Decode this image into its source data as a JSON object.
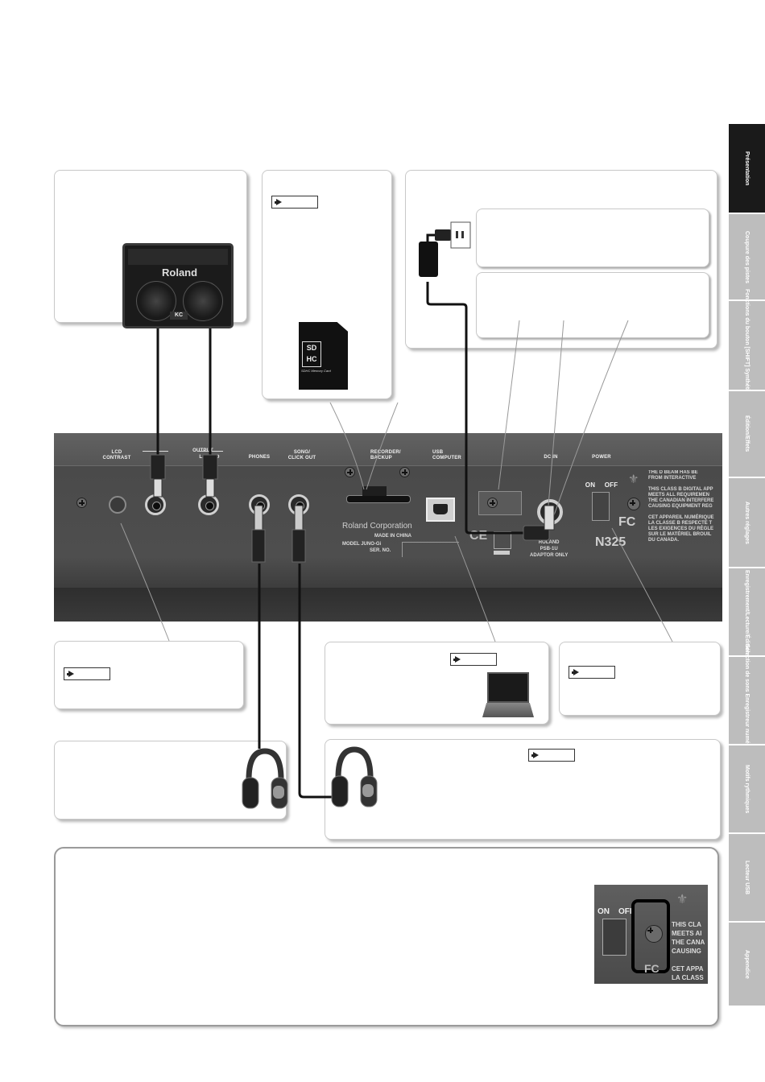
{
  "side_tabs": [
    {
      "label": "Présentation",
      "active": true
    },
    {
      "label": "Coupure des pistes",
      "active": false
    },
    {
      "label": "Fonctions du bouton [SHIFT] Synthétiseur",
      "active": false
    },
    {
      "label": "Édition/Effets",
      "active": false
    },
    {
      "label": "Autres réglages",
      "active": false
    },
    {
      "label": "Enregistrement/Lecture/Édition",
      "active": false
    },
    {
      "label": "Sélection de sons Enregistreur numérique",
      "active": false
    },
    {
      "label": "Motifs rythmiques",
      "active": false
    },
    {
      "label": "Lecteur USB",
      "active": false
    },
    {
      "label": "Appendice",
      "active": false
    }
  ],
  "panel": {
    "lcd_contrast": "LCD\nCONTRAST",
    "output": "OUTPUT",
    "l_mono": "L/MONO",
    "phones": "PHONES",
    "song_click_out": "SONG/\nCLICK OUT",
    "recorder_backup": "RECORDER/\nBACKUP",
    "usb_computer": "USB\nCOMPUTER",
    "dc_in": "DC IN",
    "power": "POWER",
    "on": "ON",
    "off": "OFF",
    "corporation": "Roland Corporation",
    "made_in": "MADE IN CHINA",
    "model": "MODEL  JUNO-Gi",
    "serial": "SER. NO.",
    "adaptor": "ROLAND\nPSB-1U\nADAPTOR ONLY",
    "compliance": [
      "THE D BEAM HAS BE",
      "FROM INTERACTIVE",
      "",
      "THIS CLASS B DIGITAL APP",
      "MEETS ALL REQUIREMEN",
      "THE CANADIAN INTERFERE",
      "CAUSING EQUIPMENT REG",
      "",
      "CET APPAREIL NUMÉRIQUE",
      "LA CLASSE B RESPECTE T",
      "LES EXIGENCES DU RÈGLE",
      "SUR LE MATÉRIEL BROUIL",
      "DU CANADA."
    ],
    "ce_mark": "CE",
    "fc_mark": "FC",
    "n_mark": "N325"
  },
  "devices": {
    "amp_brand": "Roland",
    "amp_model": "KC",
    "sd_card": "SDHC Memory Card"
  },
  "inset": {
    "on": "ON",
    "off": "OFF",
    "text": [
      "THIS CLA",
      "MEETS AI",
      "THE CANA",
      "CAUSING",
      "",
      "CET APPA",
      "LA CLASS",
      "LES EXIG"
    ],
    "fc_mark": "FC"
  }
}
